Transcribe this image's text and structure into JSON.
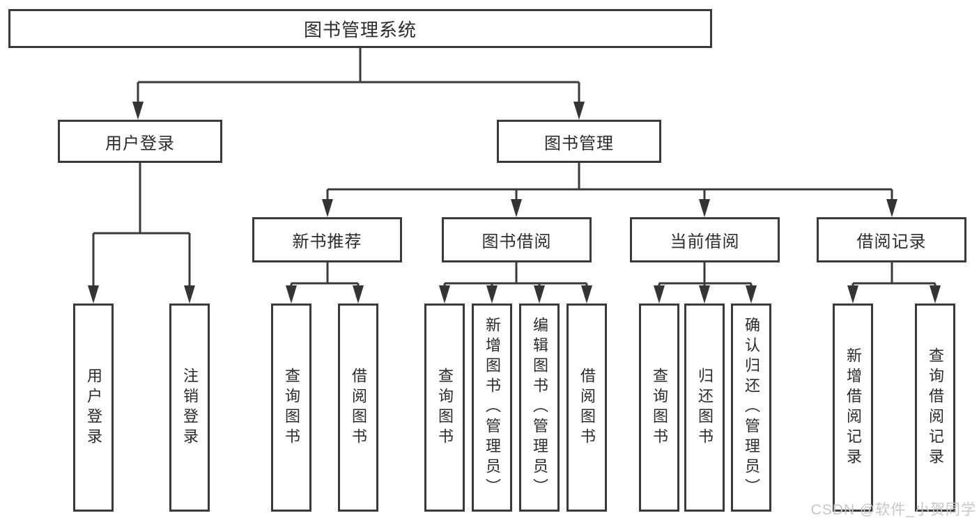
{
  "diagram": {
    "root": {
      "label": "图书管理系统"
    },
    "level2": [
      {
        "label": "用户登录"
      },
      {
        "label": "图书管理"
      }
    ],
    "level3": [
      {
        "label": "新书推荐"
      },
      {
        "label": "图书借阅"
      },
      {
        "label": "当前借阅"
      },
      {
        "label": "借阅记录"
      }
    ],
    "leaves": [
      {
        "label": "用户登录"
      },
      {
        "label": "注销登录"
      },
      {
        "label": "查询图书"
      },
      {
        "label": "借阅图书"
      },
      {
        "label": "查询图书"
      },
      {
        "label": "新增图书（管理员）"
      },
      {
        "label": "编辑图书（管理员）"
      },
      {
        "label": "借阅图书"
      },
      {
        "label": "查询图书"
      },
      {
        "label": "归还图书"
      },
      {
        "label": "确认归还（管理员）"
      },
      {
        "label": "新增借阅记录"
      },
      {
        "label": "查询借阅记录"
      }
    ]
  },
  "watermark": {
    "text": "CSDN @软件_小贺同学"
  },
  "colors": {
    "line": "#3a3a3a",
    "border": "#3a3a3a",
    "text": "#2b2b2b",
    "background": "#ffffff",
    "watermark": "#c6c6c6"
  }
}
